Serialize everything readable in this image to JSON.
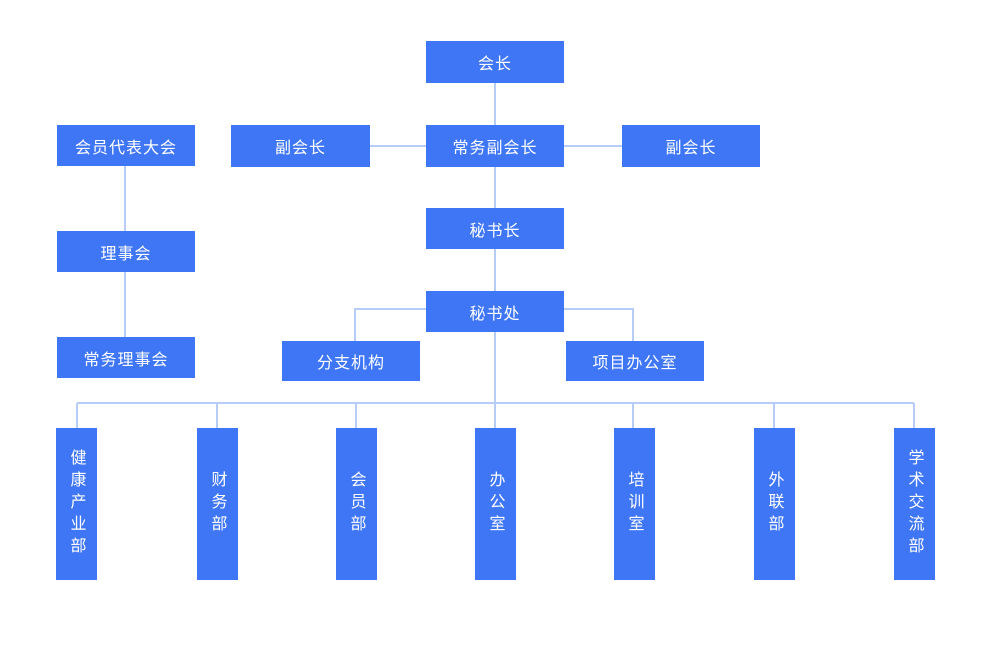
{
  "nodes": {
    "president": "会长",
    "exec_vp": "常务副会长",
    "vp_left": "副会长",
    "vp_right": "副会长",
    "secretary_general": "秘书长",
    "secretariat": "秘书处",
    "branch": "分支机构",
    "project_office": "项目办公室",
    "member_congress": "会员代表大会",
    "council": "理事会",
    "standing_council": "常务理事会",
    "departments": [
      "健康产业部",
      "财务部",
      "会员部",
      "办公室",
      "培训室",
      "外联部",
      "学术交流部"
    ]
  },
  "colors": {
    "box": "#3f76f6",
    "line": "#b7cdf7",
    "text": "#ffffff"
  }
}
